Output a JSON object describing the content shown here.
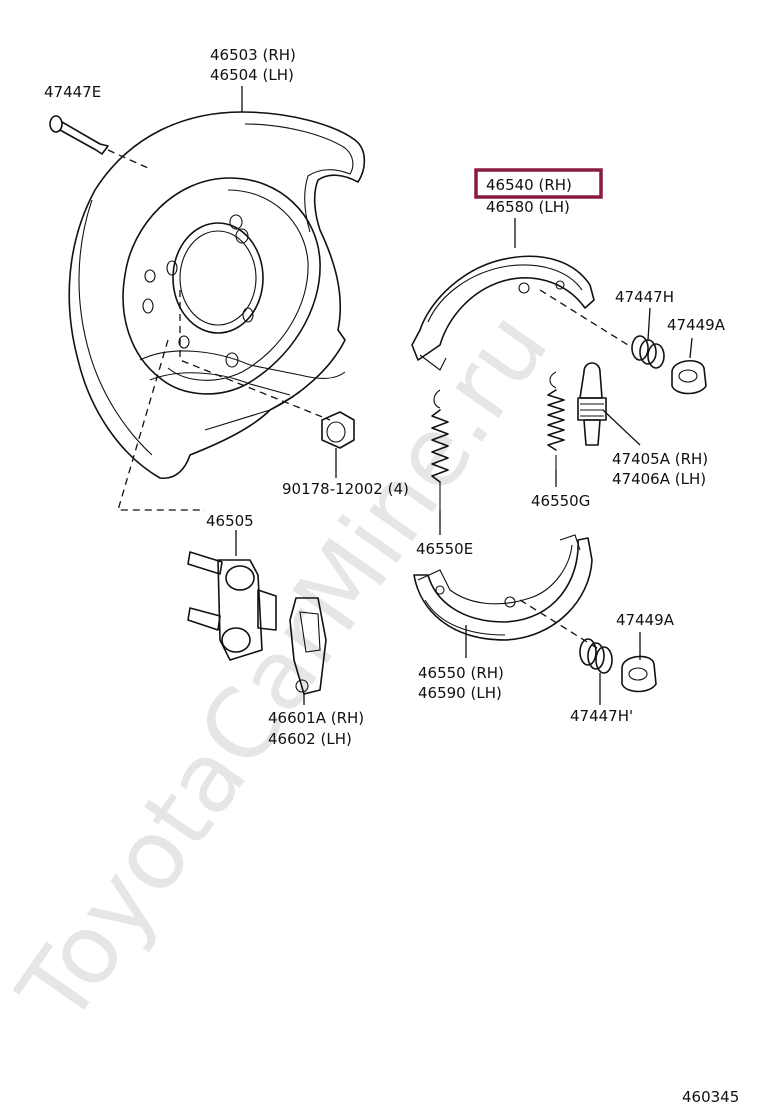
{
  "watermark": "ToyotaCarMine.ru",
  "labels": {
    "p47447E": "47447E",
    "p46503": "46503 (RH)",
    "p46504": "46504 (LH)",
    "p46540": "46540 (RH)",
    "p46580": "46580 (LH)",
    "p47447H": "47447H",
    "p47449A_top": "47449A",
    "p47405A": "47405A (RH)",
    "p47406A": "47406A (LH)",
    "p90178": "90178-12002 (4)",
    "p46550G": "46550G",
    "p46505": "46505",
    "p46550E": "46550E",
    "p47449A_bottom": "47449A",
    "p46550": "46550 (RH)",
    "p46590": "46590 (LH)",
    "p47447H_bottom": "47447H'",
    "p46601A": "46601A (RH)",
    "p46602": "46602   (LH)",
    "diagram_number": "460345"
  },
  "highlight": {
    "part": "46540 (RH)",
    "color": "#8b1a3c"
  }
}
